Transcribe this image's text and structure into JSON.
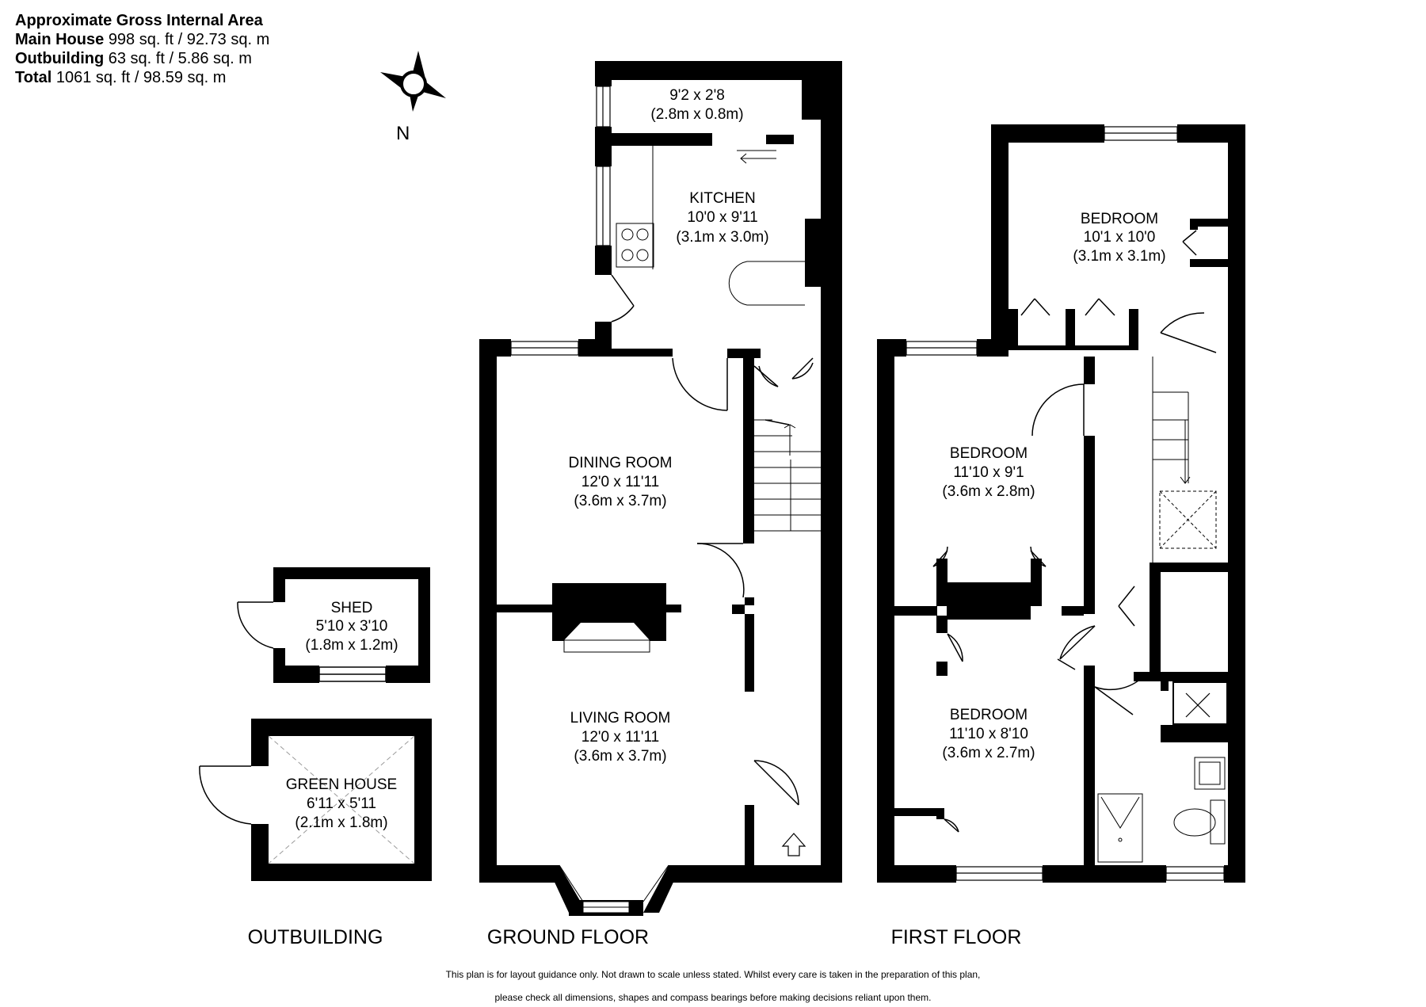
{
  "gross_area": {
    "heading": "Approximate Gross Internal Area",
    "rows": [
      {
        "label": "Main House",
        "value": "998 sq. ft / 92.73 sq. m"
      },
      {
        "label": "Outbuilding",
        "value": "63 sq. ft / 5.86 sq. m"
      },
      {
        "label": "Total",
        "value": "1061 sq. ft / 98.59 sq. m"
      }
    ]
  },
  "compass": {
    "label": "N",
    "icon": "compass-rose-icon"
  },
  "rooms": {
    "store": {
      "name": "",
      "imperial": "9'2 x 2'8",
      "metric": "(2.8m x 0.8m)"
    },
    "kitchen": {
      "name": "KITCHEN",
      "imperial": "10'0 x 9'11",
      "metric": "(3.1m x 3.0m)"
    },
    "dining": {
      "name": "DINING ROOM",
      "imperial": "12'0 x 11'11",
      "metric": "(3.6m x 3.7m)"
    },
    "living": {
      "name": "LIVING ROOM",
      "imperial": "12'0 x 11'11",
      "metric": "(3.6m x 3.7m)"
    },
    "shed": {
      "name": "SHED",
      "imperial": "5'10 x 3'10",
      "metric": "(1.8m x 1.2m)"
    },
    "greenhouse": {
      "name": "GREEN HOUSE",
      "imperial": "6'11 x 5'11",
      "metric": "(2.1m x 1.8m)"
    },
    "bedroom1": {
      "name": "BEDROOM",
      "imperial": "10'1 x 10'0",
      "metric": "(3.1m x 3.1m)"
    },
    "bedroom2": {
      "name": "BEDROOM",
      "imperial": "11'10 x 9'1",
      "metric": "(3.6m x 2.8m)"
    },
    "bedroom3": {
      "name": "BEDROOM",
      "imperial": "11'10 x 8'10",
      "metric": "(3.6m x 2.7m)"
    }
  },
  "floors": {
    "outbuilding": "OUTBUILDING",
    "ground": "GROUND FLOOR",
    "first": "FIRST FLOOR"
  },
  "disclaimer": {
    "line1": "This plan is for layout guidance only.  Not drawn to scale unless stated. Whilst every care is taken in the preparation of this plan,",
    "line2": "please check all dimensions, shapes and compass bearings before making decisions reliant upon them."
  },
  "colors": {
    "wall": "#000000",
    "background": "#ffffff",
    "fixture": "#8c8c8c"
  }
}
